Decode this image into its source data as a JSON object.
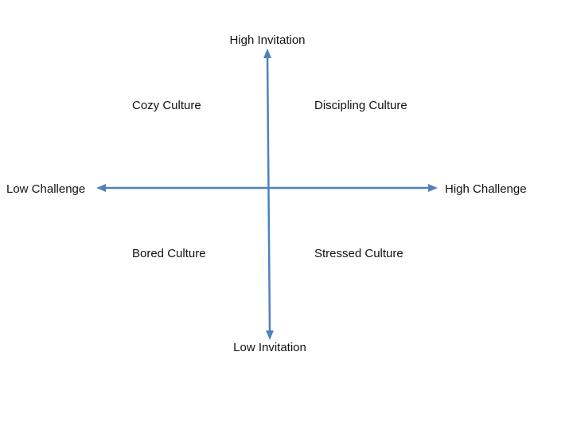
{
  "axes": {
    "y_top": "High Invitation",
    "y_bottom": "Low Invitation",
    "x_left": "Low Challenge",
    "x_right": "High Challenge"
  },
  "quadrants": {
    "top_left": "Cozy Culture",
    "top_right": "Discipling Culture",
    "bottom_left": "Bored Culture",
    "bottom_right": "Stressed Culture"
  },
  "colors": {
    "axis": "#4f81bd",
    "text": "#111111",
    "background": "#ffffff"
  }
}
